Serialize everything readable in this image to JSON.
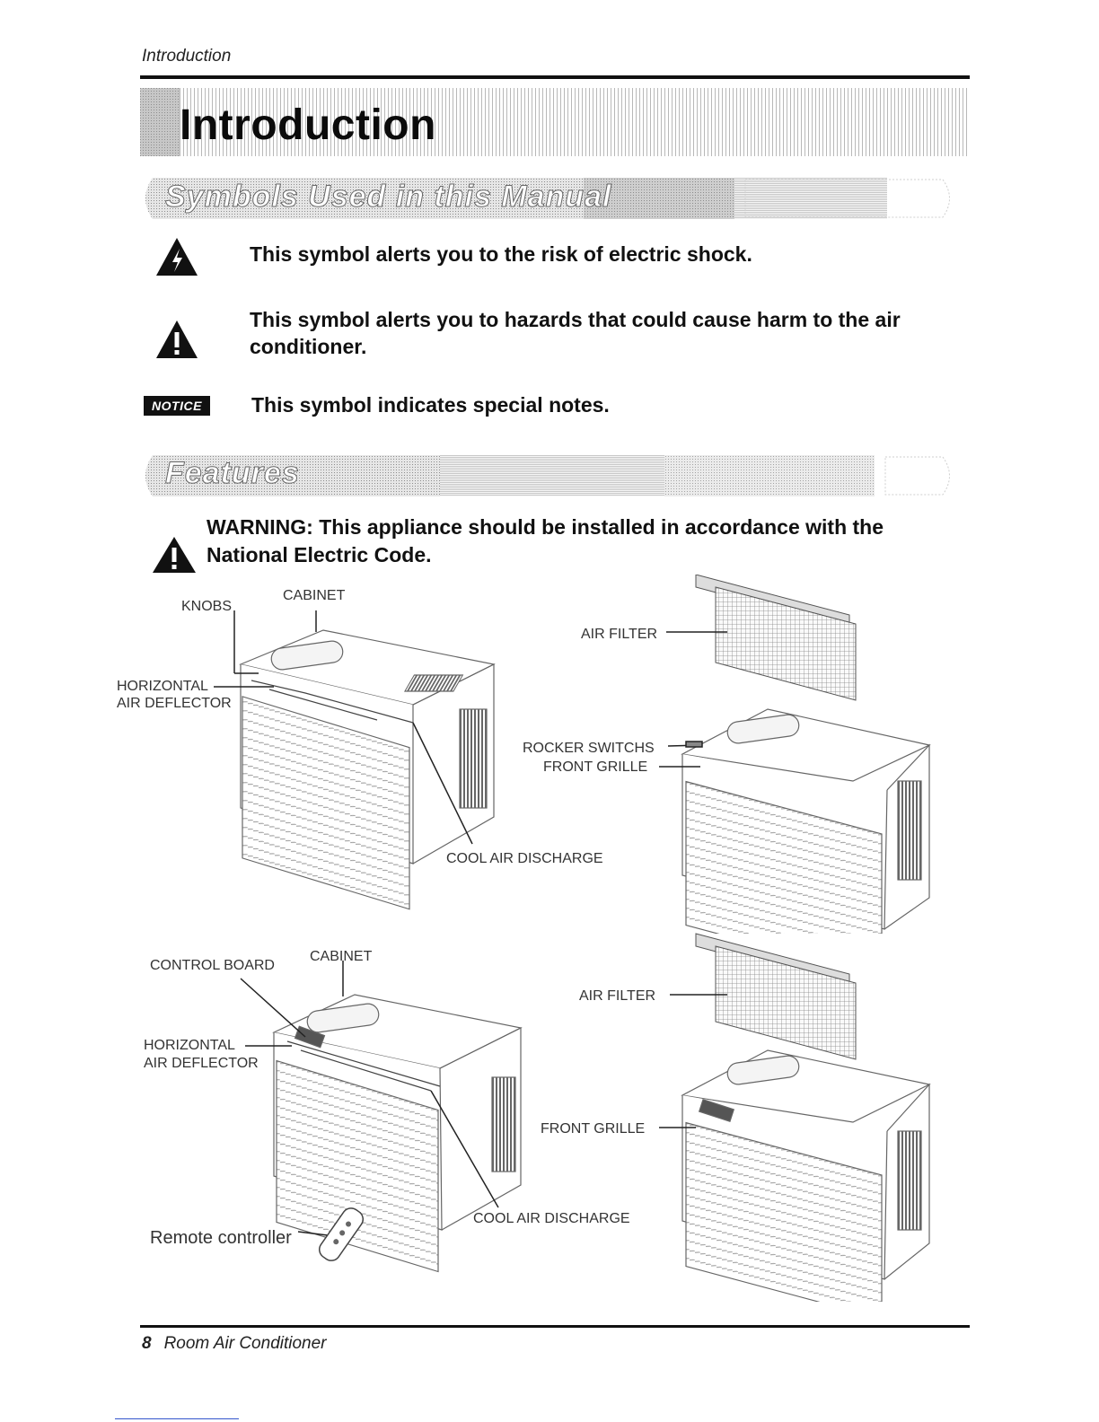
{
  "header": {
    "running_title": "Introduction"
  },
  "banner": {
    "title": "Introduction"
  },
  "symbols_section": {
    "title": "Symbols Used in this Manual",
    "items": [
      {
        "icon": "electric-shock-warning-icon",
        "text": "This symbol alerts you to the risk of electric shock."
      },
      {
        "icon": "caution-exclamation-icon",
        "text": "This symbol alerts you to hazards that could cause harm to the air conditioner."
      },
      {
        "icon": "notice-badge-icon",
        "badge": "NOTICE",
        "text": "This symbol indicates special notes."
      }
    ]
  },
  "features_section": {
    "title": "Features",
    "warning_text": "WARNING: This appliance should be installed in accordance with the National Electric Code."
  },
  "diagram_top": {
    "labels": {
      "knobs": "KNOBS",
      "cabinet": "CABINET",
      "horizontal_line1": "HORIZONTAL",
      "horizontal_line2": "AIR DEFLECTOR",
      "cool_air": "COOL AIR DISCHARGE",
      "air_filter": "AIR FILTER",
      "rocker": "ROCKER SWITCHS",
      "front_grille": "FRONT GRILLE"
    }
  },
  "diagram_bottom": {
    "labels": {
      "control_board": "CONTROL BOARD",
      "cabinet": "CABINET",
      "horizontal_line1": "HORIZONTAL",
      "horizontal_line2": "AIR DEFLECTOR",
      "remote": "Remote controller",
      "cool_air": "COOL AIR DISCHARGE",
      "air_filter": "AIR FILTER",
      "front_grille": "FRONT GRILLE"
    }
  },
  "footer": {
    "page_number": "8",
    "title": "Room Air Conditioner"
  }
}
